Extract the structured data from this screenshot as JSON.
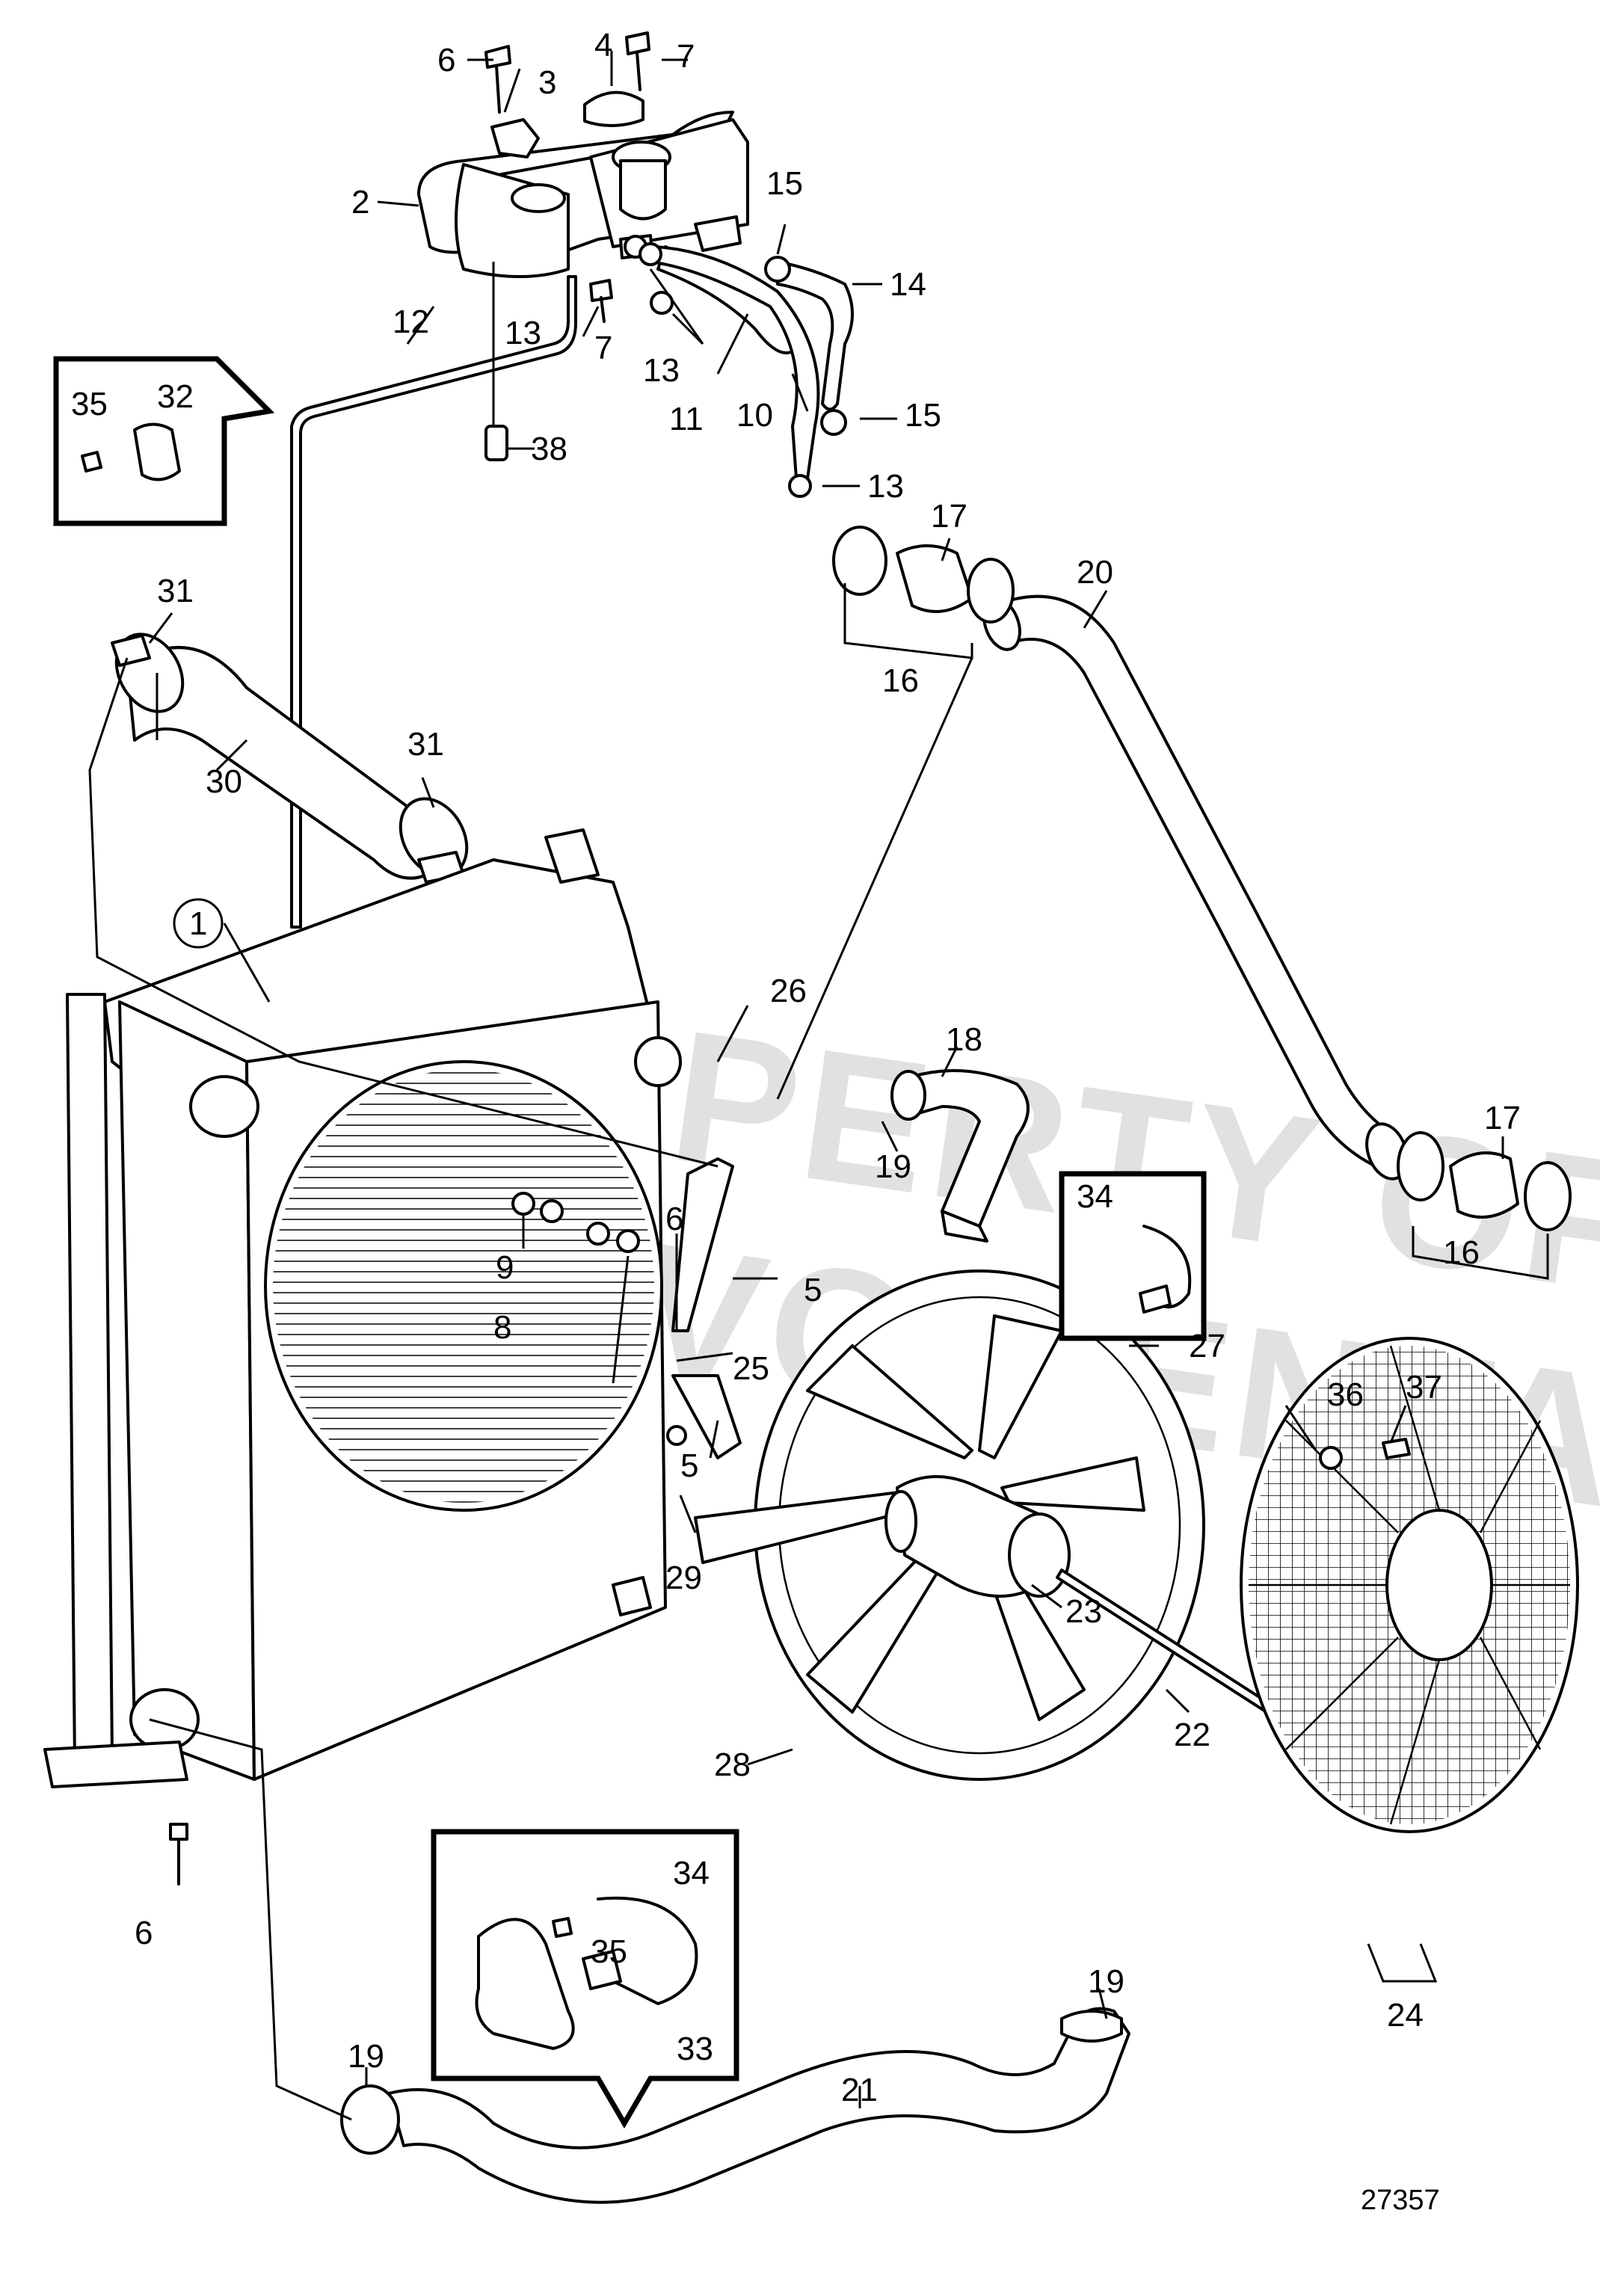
{
  "watermark": {
    "line1": "PROPERTY OF",
    "line2": "VOLVO PENTA"
  },
  "document_number": "27357",
  "callouts": [
    {
      "id": "c-1",
      "text": "1"
    },
    {
      "id": "c-2",
      "text": "2"
    },
    {
      "id": "c-3",
      "text": "3"
    },
    {
      "id": "c-4",
      "text": "4"
    },
    {
      "id": "c-5a",
      "text": "5"
    },
    {
      "id": "c-5b",
      "text": "5"
    },
    {
      "id": "c-6a",
      "text": "6"
    },
    {
      "id": "c-6b",
      "text": "6"
    },
    {
      "id": "c-6c",
      "text": "6"
    },
    {
      "id": "c-7a",
      "text": "7"
    },
    {
      "id": "c-7b",
      "text": "7"
    },
    {
      "id": "c-8",
      "text": "8"
    },
    {
      "id": "c-9",
      "text": "9"
    },
    {
      "id": "c-10",
      "text": "10"
    },
    {
      "id": "c-11",
      "text": "11"
    },
    {
      "id": "c-12",
      "text": "12"
    },
    {
      "id": "c-13a",
      "text": "13"
    },
    {
      "id": "c-13b",
      "text": "13"
    },
    {
      "id": "c-13c",
      "text": "13"
    },
    {
      "id": "c-14",
      "text": "14"
    },
    {
      "id": "c-15a",
      "text": "15"
    },
    {
      "id": "c-15b",
      "text": "15"
    },
    {
      "id": "c-16a",
      "text": "16"
    },
    {
      "id": "c-16b",
      "text": "16"
    },
    {
      "id": "c-17a",
      "text": "17"
    },
    {
      "id": "c-17b",
      "text": "17"
    },
    {
      "id": "c-18",
      "text": "18"
    },
    {
      "id": "c-19a",
      "text": "19"
    },
    {
      "id": "c-19b",
      "text": "19"
    },
    {
      "id": "c-19c",
      "text": "19"
    },
    {
      "id": "c-20",
      "text": "20"
    },
    {
      "id": "c-21",
      "text": "21"
    },
    {
      "id": "c-22",
      "text": "22"
    },
    {
      "id": "c-23",
      "text": "23"
    },
    {
      "id": "c-24",
      "text": "24"
    },
    {
      "id": "c-25",
      "text": "25"
    },
    {
      "id": "c-26",
      "text": "26"
    },
    {
      "id": "c-27",
      "text": "27"
    },
    {
      "id": "c-28",
      "text": "28"
    },
    {
      "id": "c-29",
      "text": "29"
    },
    {
      "id": "c-30",
      "text": "30"
    },
    {
      "id": "c-31a",
      "text": "31"
    },
    {
      "id": "c-31b",
      "text": "31"
    },
    {
      "id": "c-32",
      "text": "32"
    },
    {
      "id": "c-33",
      "text": "33"
    },
    {
      "id": "c-34a",
      "text": "34"
    },
    {
      "id": "c-34b",
      "text": "34"
    },
    {
      "id": "c-35a",
      "text": "35"
    },
    {
      "id": "c-35b",
      "text": "35"
    },
    {
      "id": "c-36",
      "text": "36"
    },
    {
      "id": "c-37",
      "text": "37"
    },
    {
      "id": "c-38",
      "text": "38"
    }
  ],
  "icons": {
    "expansion-tank": "expansion-tank-icon",
    "radiator": "radiator-icon",
    "fan": "fan-icon",
    "fan-guard": "fan-guard-icon"
  }
}
